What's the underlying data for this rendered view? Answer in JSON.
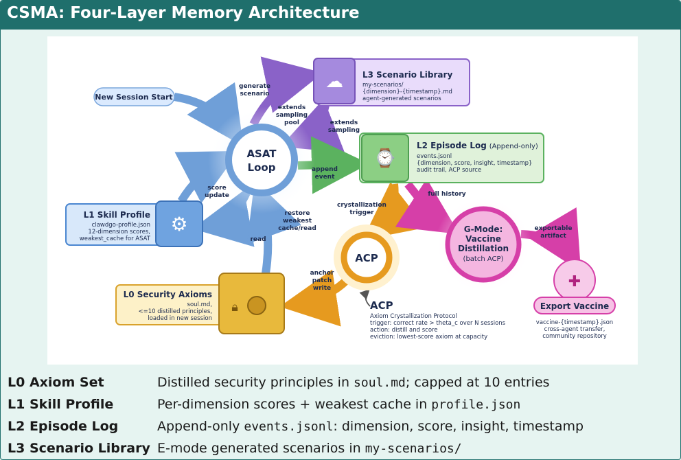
{
  "slide": {
    "title": "CSMA: Four-Layer Memory Architecture"
  },
  "colors": {
    "teal": "#1f6f6c",
    "purple": "#8a62c8",
    "green": "#5bb25f",
    "blue": "#4a86d0",
    "gold": "#d9a22c",
    "magenta": "#d63fa8",
    "orange": "#e69a1f"
  },
  "diagram": {
    "new_session": "New Session Start",
    "asat": [
      "ASAT",
      "Loop"
    ],
    "l3": {
      "title": "L3 Scenario Library",
      "lines": [
        "my-scenarios/",
        "{dimension}-{timestamp}.md",
        "agent-generated scenarios"
      ]
    },
    "l2": {
      "title": "L2 Episode Log",
      "title_suffix": "(Append-only)",
      "lines": [
        "events.jsonl",
        "{dimension, score, insight, timestamp}",
        "audit trail, ACP source"
      ]
    },
    "l1": {
      "title": "L1 Skill Profile",
      "lines": [
        "clawdgo-profile.json",
        "12-dimension scores,",
        "weakest_cache for ASAT"
      ]
    },
    "l0": {
      "title": "L0 Security Axioms",
      "lines": [
        "soul.md,",
        "<=10 distilled principles,",
        "loaded in new session"
      ]
    },
    "acp_circle": "ACP",
    "acp": {
      "title": "ACP",
      "lines": [
        "Axiom Crystallization Protocol",
        "trigger: correct rate > theta_c over N sessions",
        "action: distill and score",
        "eviction: lowest-score axiom at capacity"
      ]
    },
    "gmode": [
      "G-Mode:",
      "Vaccine",
      "Distillation",
      "(batch ACP)"
    ],
    "export": {
      "title": "Export Vaccine",
      "lines": [
        "vaccine-{timestamp}.json",
        "cross-agent transfer,",
        "community repository"
      ]
    },
    "labels": {
      "generate_scenario": [
        "generate",
        "scenario"
      ],
      "extends_pool": [
        "extends",
        "sampling",
        "pool"
      ],
      "extends_sampling": [
        "extends",
        "sampling"
      ],
      "append_event": [
        "append",
        "event"
      ],
      "score_update": [
        "score",
        "update"
      ],
      "read": "read",
      "restore": [
        "restore",
        "weakest",
        "cache/read"
      ],
      "crystallization": [
        "crystallization",
        "trigger"
      ],
      "full_history": "full history",
      "exportable": [
        "exportable",
        "artifact"
      ],
      "anchor": [
        "anchor",
        "patch",
        "write"
      ]
    }
  },
  "legend": [
    {
      "term": "L0 Axiom Set",
      "pre": "Distilled security principles in ",
      "code": "soul.md",
      "post": "; capped at 10 entries"
    },
    {
      "term": "L1 Skill Profile",
      "pre": "Per-dimension scores + weakest cache in ",
      "code": "profile.json",
      "post": ""
    },
    {
      "term": "L2 Episode Log",
      "pre": "Append-only ",
      "code": "events.jsonl",
      "post": ": dimension, score, insight, timestamp"
    },
    {
      "term": "L3 Scenario Library",
      "pre": "E-mode generated scenarios in ",
      "code": "my-scenarios/",
      "post": ""
    }
  ]
}
